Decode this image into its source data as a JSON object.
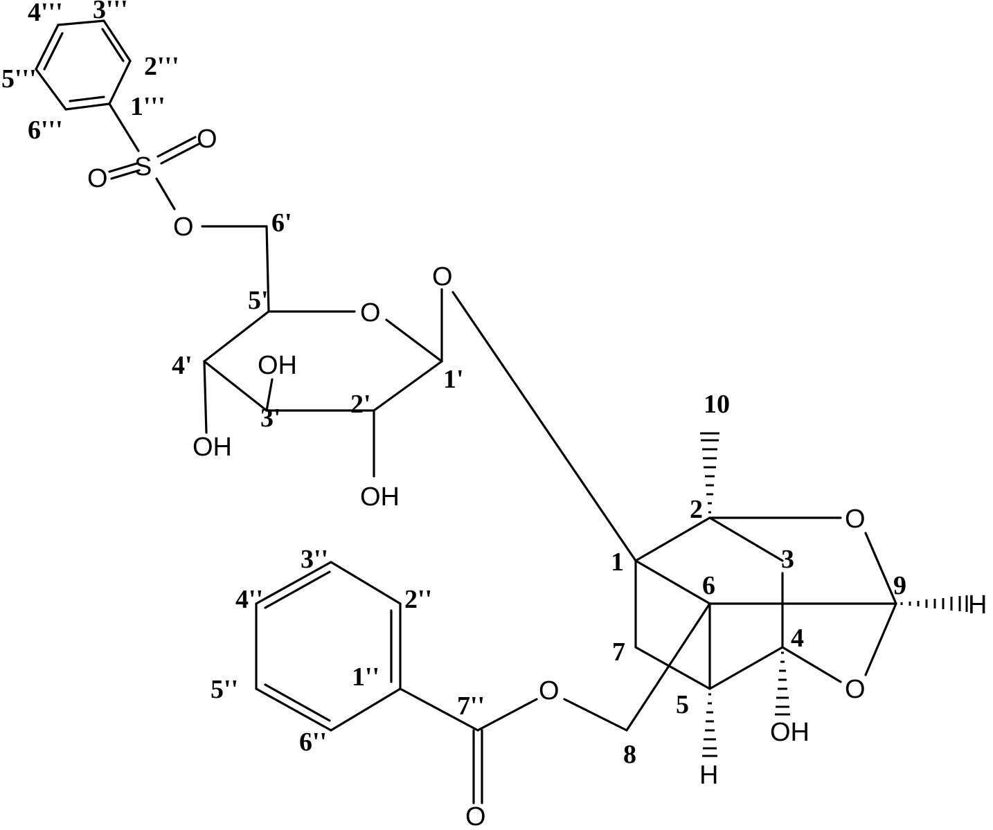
{
  "molecule": {
    "atom_labels": {
      "o_sulfonyl_right": "O",
      "s": "S",
      "o_sulfonyl_left": "O",
      "o_ester_6p": "O",
      "o_ring": "O",
      "o_glycosidic": "O",
      "oh_3p": "OH",
      "oh_4p": "OH",
      "oh_2p": "OH",
      "o_cage_upper": "O",
      "o_cage_lower": "O",
      "h_9": "H",
      "oh_4": "OH",
      "h_5": "H",
      "o_benzoate_ester": "O",
      "o_carbonyl": "O"
    },
    "position_labels": {
      "c4_sulfonyl_phenyl": "4'''",
      "c3_sulfonyl_phenyl": "3'''",
      "c2_sulfonyl_phenyl": "2'''",
      "c5_sulfonyl_phenyl": "5'''",
      "c1_sulfonyl_phenyl": "1'''",
      "c6_sulfonyl_phenyl": "6'''",
      "c6p": "6'",
      "c5p": "5'",
      "c4p": "4'",
      "c3p": "3'",
      "c2p": "2'",
      "c1p": "1'",
      "c10": "10",
      "c2": "2",
      "c1": "1",
      "c3": "3",
      "c6": "6",
      "c9": "9",
      "c7": "7",
      "c4": "4",
      "c5": "5",
      "c8": "8",
      "c3_benzoyl": "3''",
      "c4_benzoyl": "4''",
      "c2_benzoyl": "2''",
      "c1_benzoyl": "1''",
      "c5_benzoyl": "5''",
      "c7_benzoyl": "7''",
      "c6_benzoyl": "6''"
    }
  }
}
